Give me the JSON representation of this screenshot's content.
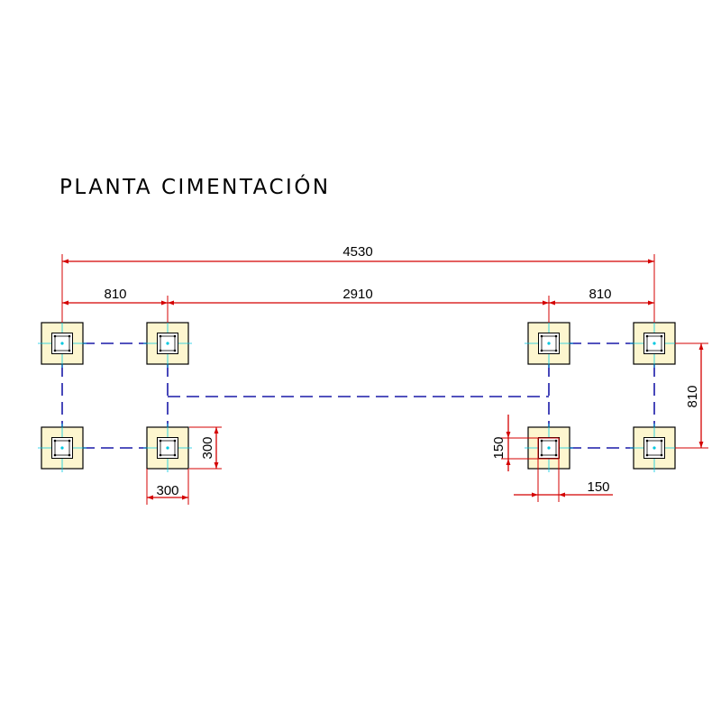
{
  "title": "PLANTA CIMENTACIÓN",
  "colors": {
    "dimension": "#d40000",
    "beam": "#1a1aa8",
    "footing_fill": "#fdf6cf",
    "axis": "#00c8e0",
    "text": "#000000"
  },
  "dimensions": {
    "overall_length": "4530",
    "left_span": "810",
    "middle_span": "2910",
    "right_span": "810",
    "depth": "810",
    "footing_height": "300",
    "footing_width": "300",
    "pedestal_height": "150",
    "pedestal_width": "150"
  },
  "footings": [
    {
      "id": "footing-top-1"
    },
    {
      "id": "footing-top-2"
    },
    {
      "id": "footing-top-3"
    },
    {
      "id": "footing-top-4"
    },
    {
      "id": "footing-bottom-1"
    },
    {
      "id": "footing-bottom-2"
    },
    {
      "id": "footing-bottom-3"
    },
    {
      "id": "footing-bottom-4"
    }
  ]
}
